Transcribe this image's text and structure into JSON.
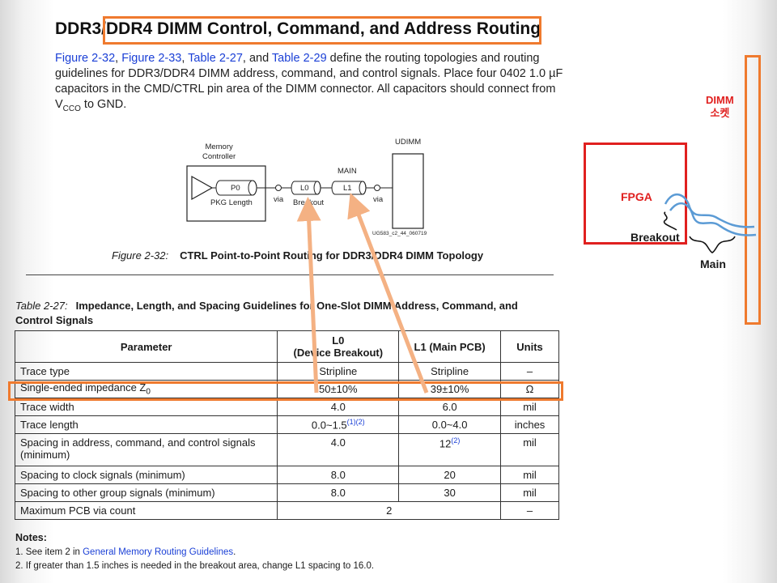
{
  "title": "DDR3/DDR4 DIMM Control, Command, and Address Routing",
  "intro": {
    "links": [
      "Figure 2-32",
      "Figure 2-33",
      "Table 2-27",
      "Table 2-29"
    ],
    "sep1": ", ",
    "sep2": ", ",
    "sep3": ", and ",
    "text_main": " define the routing topologies and routing guidelines for DDR3/DDR4 DIMM address, command, and control signals. Place four 0402 1.0 µF capacitors in the CMD/CTRL pin area of the DIMM connector. All capacitors should connect from V",
    "vcco_sub": "CCO",
    "text_end": " to GND."
  },
  "diagram": {
    "mem_ctrl": "Memory\nController",
    "p0": "P0",
    "pkg_length": "PKG Length",
    "via1": "via",
    "l0": "L0",
    "breakout": "Breakout",
    "main": "MAIN",
    "l1": "L1",
    "via2": "via",
    "udimm": "UDIMM",
    "figure_id": "UG583_c2_44_060719"
  },
  "figure_caption": {
    "label": "Figure 2-32:",
    "text": "CTRL Point-to-Point Routing for DDR3/DDR4 DIMM Topology"
  },
  "table_caption": {
    "label": "Table 2-27:",
    "text": "Impedance, Length, and Spacing Guidelines for One-Slot DIMM Address, Command, and Control Signals"
  },
  "table": {
    "headers": {
      "parameter": "Parameter",
      "l0_line1": "L0",
      "l0_line2": "(Device Breakout)",
      "l1": "L1 (Main PCB)",
      "units": "Units"
    },
    "rows": [
      {
        "param": "Trace type",
        "l0": "Stripline",
        "l1": "Stripline",
        "units": "–"
      },
      {
        "param": "Single-ended impedance Z",
        "param_sub": "0",
        "l0": "50±10%",
        "l1": "39±10%",
        "units": "Ω"
      },
      {
        "param": "Trace width",
        "l0": "4.0",
        "l1": "6.0",
        "units": "mil"
      },
      {
        "param": "Trace length",
        "l0": "0.0~1.5",
        "l0_sup": "(1)(2)",
        "l1": "0.0~4.0",
        "units": "inches"
      },
      {
        "param": "Spacing in address, command, and control signals (minimum)",
        "l0": "4.0",
        "l1": "12",
        "l1_sup": "(2)",
        "units": "mil"
      },
      {
        "param": "Spacing to clock signals (minimum)",
        "l0": "8.0",
        "l1": "20",
        "units": "mil"
      },
      {
        "param": "Spacing to other group signals (minimum)",
        "l0": "8.0",
        "l1": "30",
        "units": "mil"
      },
      {
        "param": "Maximum PCB via count",
        "merged": "2",
        "units": "–"
      }
    ]
  },
  "notes": {
    "title": "Notes:",
    "n1_prefix": "1.  See item 2 in ",
    "n1_link": "General Memory Routing Guidelines",
    "n1_suffix": ".",
    "n2": "2.  If greater than 1.5 inches is needed in the breakout area, change L1 spacing to 16.0."
  },
  "annotation": {
    "dimm_line1": "DIMM",
    "dimm_line2": "소켓",
    "fpga": "FPGA",
    "breakout": "Breakout",
    "main": "Main"
  },
  "colors": {
    "highlight": "#ef7a2e",
    "fpga": "#e0201f",
    "arrow": "#f4b183",
    "trace": "#5b9bd5",
    "link": "#1a3fd6"
  }
}
